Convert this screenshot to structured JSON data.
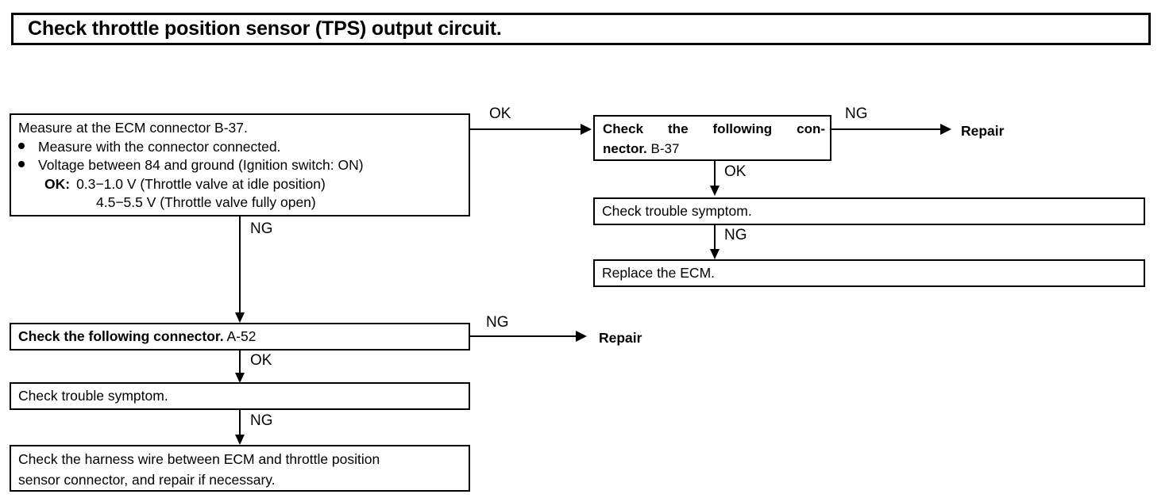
{
  "header": {
    "title": "Check throttle position sensor (TPS) output circuit."
  },
  "nodes": {
    "measure": {
      "line1": "Measure at the ECM connector B-37.",
      "bullet1": "Measure with the connector connected.",
      "bullet2": "Voltage between 84 and ground (Ignition switch: ON)",
      "ok_label": "OK:",
      "ok_value1": "0.3−1.0 V (Throttle valve at idle position)",
      "ok_value2": "4.5−5.5 V (Throttle valve fully open)"
    },
    "connector_b37": {
      "text_bold": "Check the following con-",
      "text_bold_2": "nector.",
      "connector_id": "B-37"
    },
    "trouble_right": {
      "text": "Check trouble symptom."
    },
    "replace_ecm": {
      "text": "Replace the ECM."
    },
    "connector_a52": {
      "text_bold": "Check the following connector.",
      "connector_id": "A-52"
    },
    "trouble_left": {
      "text": "Check trouble symptom."
    },
    "harness": {
      "line1": "Check the harness wire between ECM and throttle position",
      "line2": "sensor  connector,  and  repair  if  necessary."
    }
  },
  "edges": {
    "measure_to_b37": "OK",
    "measure_to_a52": "NG",
    "b37_to_repair": "NG",
    "b37_to_trouble": "OK",
    "trouble_to_replace": "NG",
    "a52_to_repair": "NG",
    "a52_to_trouble": "OK",
    "trouble_to_harness": "NG"
  },
  "terminals": {
    "repair_top": "Repair",
    "repair_mid": "Repair"
  },
  "colors": {
    "ink": "#000000",
    "paper": "#ffffff"
  }
}
